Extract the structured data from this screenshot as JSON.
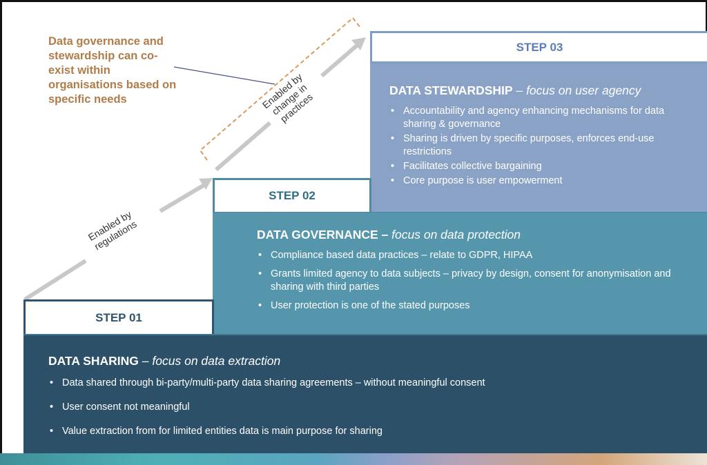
{
  "note": {
    "text": "Data governance and stewardship can co-exist within organisations based on specific needs",
    "color": "#b07d4a"
  },
  "arrows": {
    "lower_label_line1": "Enabled by",
    "lower_label_line2": "regulations",
    "upper_label_line1": "Enabled by",
    "upper_label_line2": "change in",
    "upper_label_line3": "practices",
    "arrow_color": "#c8c8c8",
    "dashed_bracket_color": "#d99a5e"
  },
  "steps": [
    {
      "tab_label": "STEP 01",
      "title": "DATA SHARING",
      "separator": "–",
      "subtitle": "focus on data extraction",
      "color": "#2d5069",
      "bullets": [
        "Data shared through bi-party/multi-party data sharing agreements – without meaningful consent",
        "User consent not meaningful",
        "Value extraction from for limited entities data is main purpose for sharing"
      ]
    },
    {
      "tab_label": "STEP 02",
      "title": "DATA GOVERNANCE",
      "separator": "–",
      "subtitle": "focus on data protection",
      "color": "#5596ad",
      "bullets": [
        "Compliance based data practices – relate to GDPR, HIPAA",
        "Grants limited agency to data subjects – privacy by design, consent for anonymisation and sharing with third parties",
        "User protection is one of the stated purposes"
      ]
    },
    {
      "tab_label": "STEP 03",
      "title": "DATA STEWARDSHIP",
      "separator": "–",
      "subtitle": "focus on user agency",
      "color": "#8aa2c6",
      "bullets": [
        "Accountability and agency enhancing mechanisms for data sharing & governance",
        "Sharing is driven by specific purposes, enforces end-use restrictions",
        "Facilitates collective bargaining",
        "Core purpose is user empowerment"
      ]
    }
  ]
}
